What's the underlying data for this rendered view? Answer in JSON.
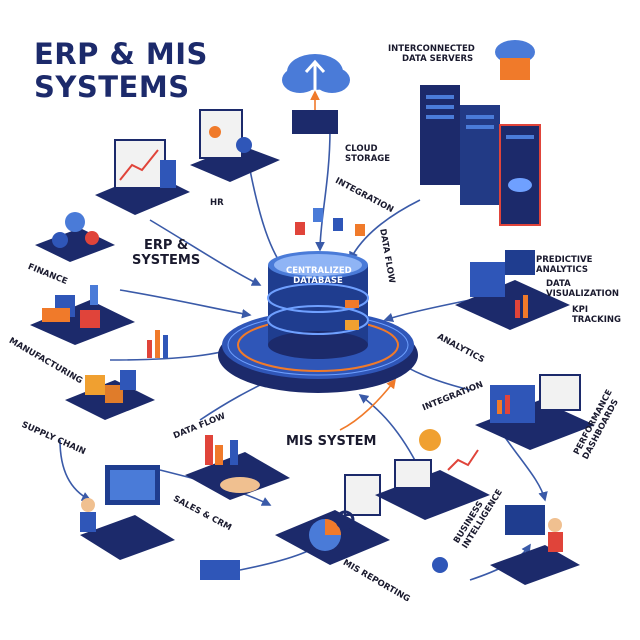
{
  "title": {
    "line1": "ERP & MIS",
    "line2": "SYSTEMS"
  },
  "hub": {
    "line1": "CENTRALIZED",
    "line2": "DATABASE"
  },
  "labels": {
    "servers_line1": "INTERCONNECTED",
    "servers_line2": "DATA SERVERS",
    "cloud_line1": "CLOUD",
    "cloud_line2": "STORAGE",
    "hr": "HR",
    "integration_top": "INTEGRATION",
    "data_flow_top": "DATA FLOW",
    "erp_line1": "ERP &",
    "erp_line2": "SYSTEMS",
    "finance": "FINANCE",
    "manufacturing": "MANUFACTURING",
    "predictive_line1": "PREDICTIVE",
    "predictive_line2": "ANALYTICS",
    "dataviz_line1": "DATA",
    "dataviz_line2": "VISUALIZATION",
    "kpi_line1": "KPI",
    "kpi_line2": "TRACKING",
    "analytics": "ANALYTICS",
    "integration_mid": "INTEGRATION",
    "supply_chain": "SUPPLY CHAIN",
    "data_flow_left": "DATA FLOW",
    "mis_system": "MIS SYSTEM",
    "performance_line1": "PERFORMANCE",
    "performance_line2": "DASHBOARDS",
    "sales_crm": "SALES & CRM",
    "bi_line1": "BUSINESS",
    "bi_line2": "INTELLIGENCE",
    "mis_reporting": "MIS REPORTING"
  },
  "colors": {
    "navy": "#1c2a6b",
    "blue": "#2f56b8",
    "light_blue": "#4a7bd8",
    "orange": "#f07a2a",
    "red": "#e0443a",
    "arrow": "#3a5aa8"
  },
  "icons": [
    "cloud-icon",
    "server-icon",
    "database-icon",
    "gear-icon",
    "truck-icon",
    "factory-icon",
    "boxes-icon",
    "handshake-icon",
    "lightbulb-icon",
    "person-at-computer-icon",
    "magnifier-icon",
    "pie-chart-icon"
  ]
}
